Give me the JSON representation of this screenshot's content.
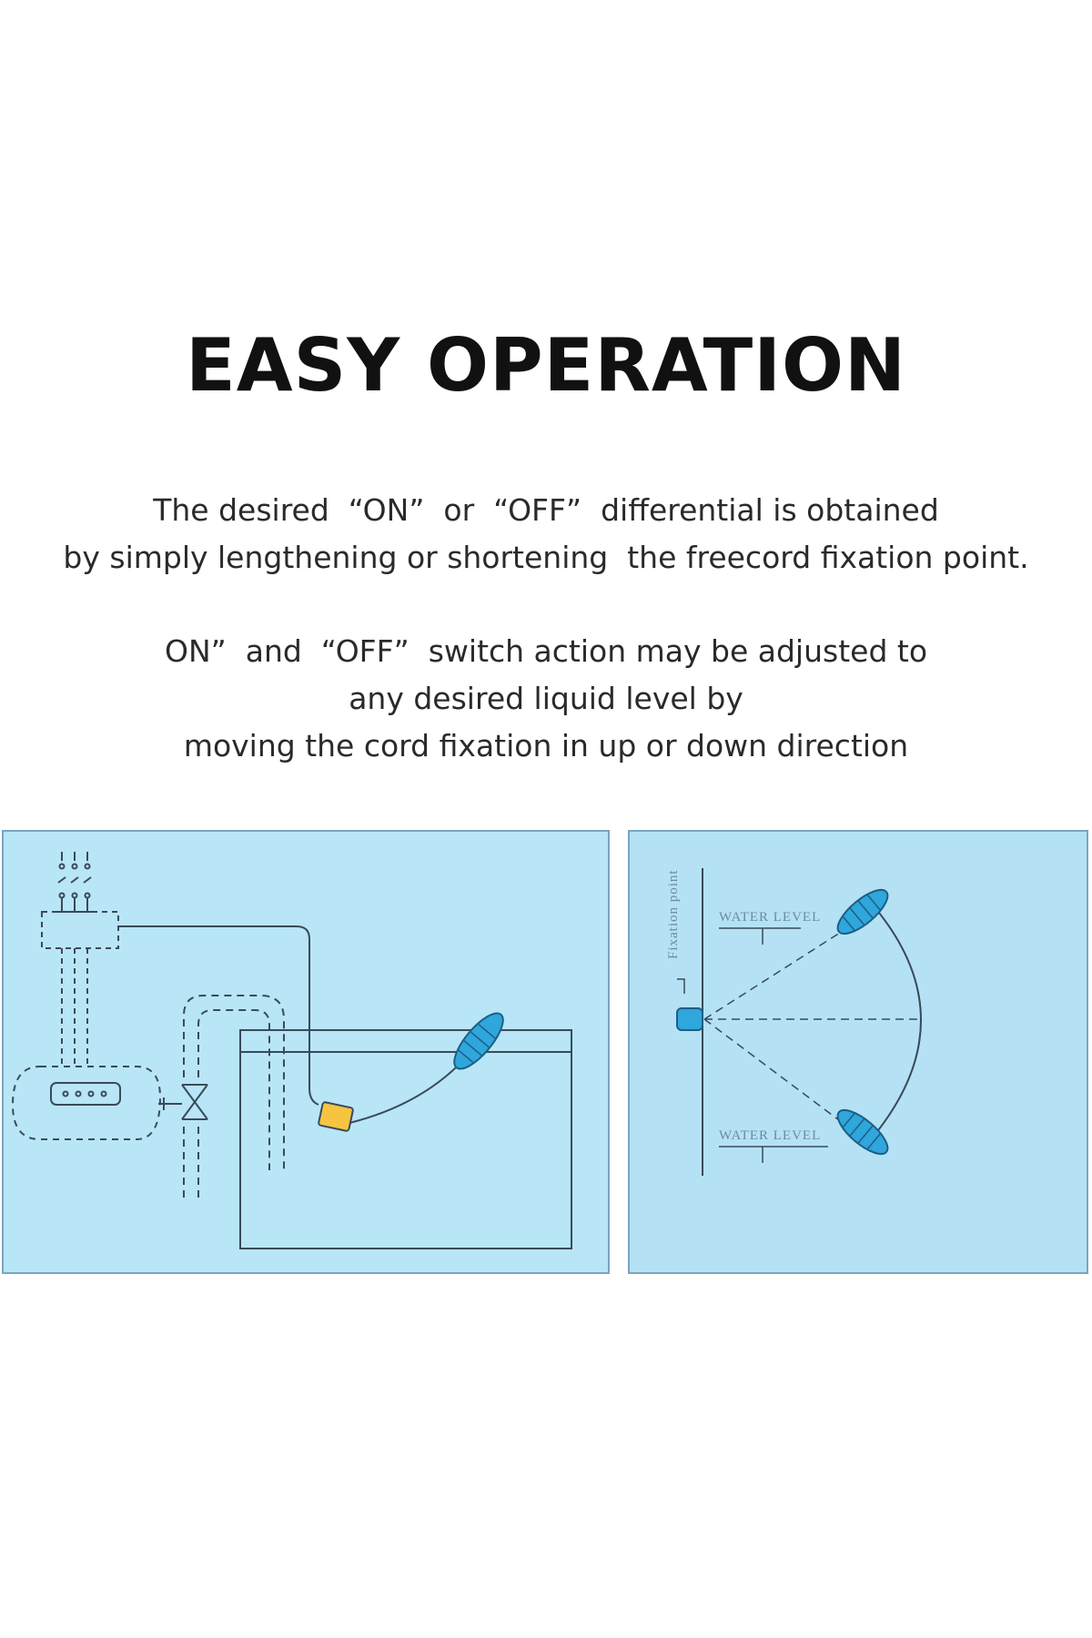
{
  "header": {
    "title": "EASY OPERATION"
  },
  "paragraph1": {
    "line1": "The desired  “ON”  or  “OFF”  differential is obtained",
    "line2": "by simply lengthening or shortening  the freecord fixation point."
  },
  "paragraph2": {
    "line1": "ON”  and  “OFF”  switch action may be adjusted to",
    "line2": "any desired liquid level by",
    "line3": "moving the cord fixation in up or down direction"
  },
  "right_diagram": {
    "fixation_label": "Fixation point",
    "water_level_top": "WATER LEVEL",
    "water_level_bottom": "WATER LEVEL"
  },
  "colors": {
    "panel_bg": "#b8e6f6",
    "line": "#3a4a5a",
    "float_blue": "#2fa6dc",
    "float_yellow": "#f5c542"
  }
}
